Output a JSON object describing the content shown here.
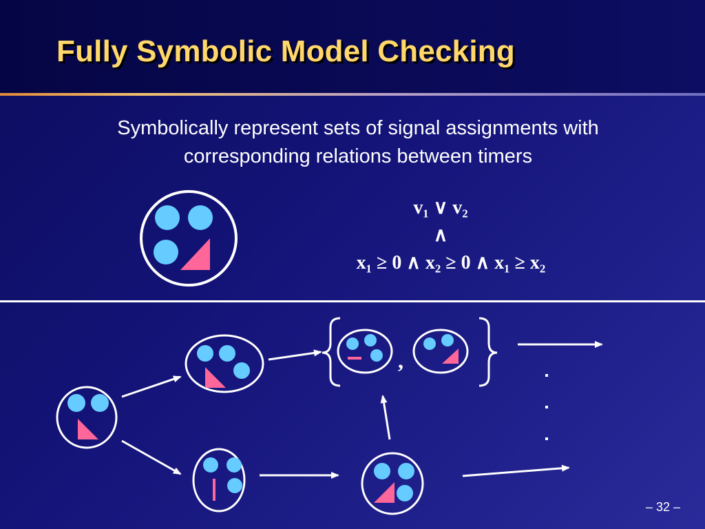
{
  "slide": {
    "title": "Fully Symbolic Model Checking",
    "subtitle_line_1": "Symbolically represent sets of signal assignments with",
    "subtitle_line_2": "corresponding relations between timers",
    "formula": {
      "line_1": "v₁ ∨ v₂",
      "line_2": "∧",
      "line_3": "x₁ ≥ 0  ∧  x₂ ≥ 0  ∧  x₁ ≥ x₂"
    },
    "set_separator": ",",
    "page_number": "– 32 –"
  },
  "colors": {
    "circle_fill": "#66ccff",
    "shape_fill": "#ff6699",
    "outline": "#ffffff"
  }
}
